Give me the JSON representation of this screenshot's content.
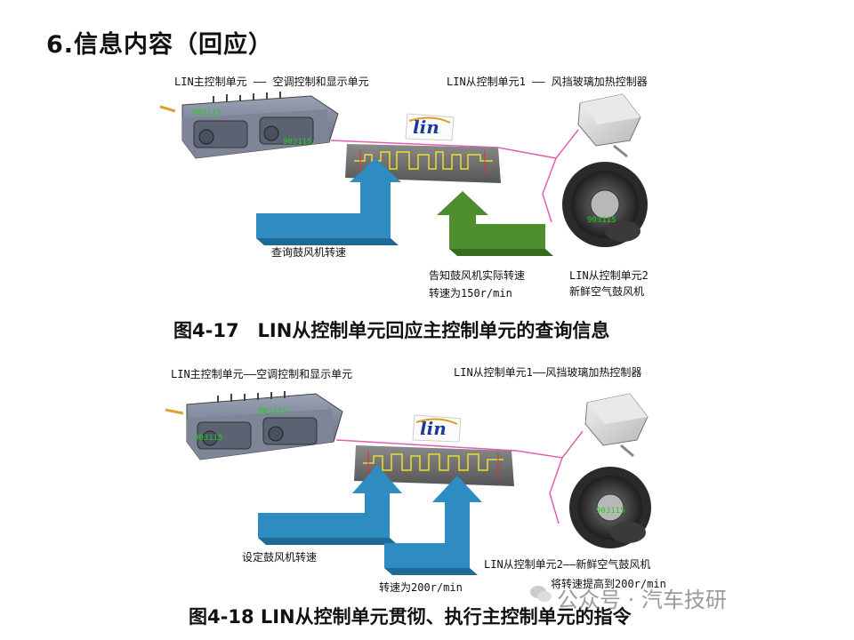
{
  "heading": "6.信息内容（回应）",
  "figure1": {
    "label_master": "LIN主控制单元 —— 空调控制和显示单元",
    "label_slave1": "LIN从控制单元1 —— 风挡玻璃加热控制器",
    "label_query": "查询鼓风机转速",
    "label_report": "告知鼓风机实际转速",
    "label_speed": "转速为150r/min",
    "label_slave2_line1": "LIN从控制单元2",
    "label_slave2_line2": "新鲜空气鼓风机",
    "caption": "图4-17　LIN从控制单元回应主控制单元的查询信息",
    "part_code": "903115"
  },
  "figure2": {
    "label_master": "LIN主控制单元——空调控制和显示单元",
    "label_slave1": "LIN从控制单元1——风挡玻璃加热控制器",
    "label_set": "设定鼓风机转速",
    "label_speed": "转速为200r/min",
    "label_slave2": "LIN从控制单元2——新鲜空气鼓风机",
    "label_raise": "将转速提高到200r/min",
    "caption": "图4-18  LIN从控制单元贯彻、执行主控制单元的指令",
    "part_code": "903115"
  },
  "logo_text": "lin",
  "watermark": "公众号 · 汽车技研",
  "colors": {
    "blue_arrow": "#2f8cc0",
    "green_arrow": "#4f8e2e",
    "bus_line": "#e060b0",
    "signal": "#e8e030"
  }
}
